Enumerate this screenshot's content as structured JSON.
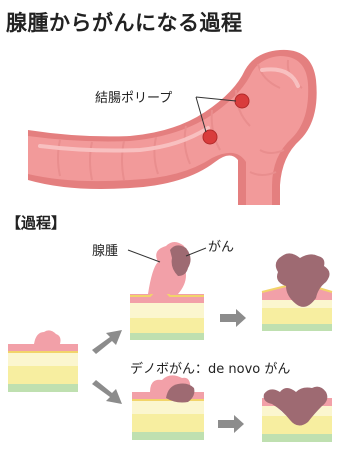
{
  "title": "腺腫からがんになる過程",
  "labels": {
    "polyp": "結腸ポリープ",
    "process": "【過程】",
    "adenoma": "腺腫",
    "cancer": "がん",
    "de_novo": "デノボがん：de novo がん"
  },
  "colors": {
    "colon": "#f29a9a",
    "colon_dark": "#e47f7f",
    "polyp": "#d93c3c",
    "adenoma": "#f2a0a8",
    "cancer": "#9e6a72",
    "arrow": "#8c8c8c",
    "layer_yellow": "#f7eea0",
    "layer_cream": "#fbf6cf",
    "layer_green": "#bfe0b0"
  }
}
